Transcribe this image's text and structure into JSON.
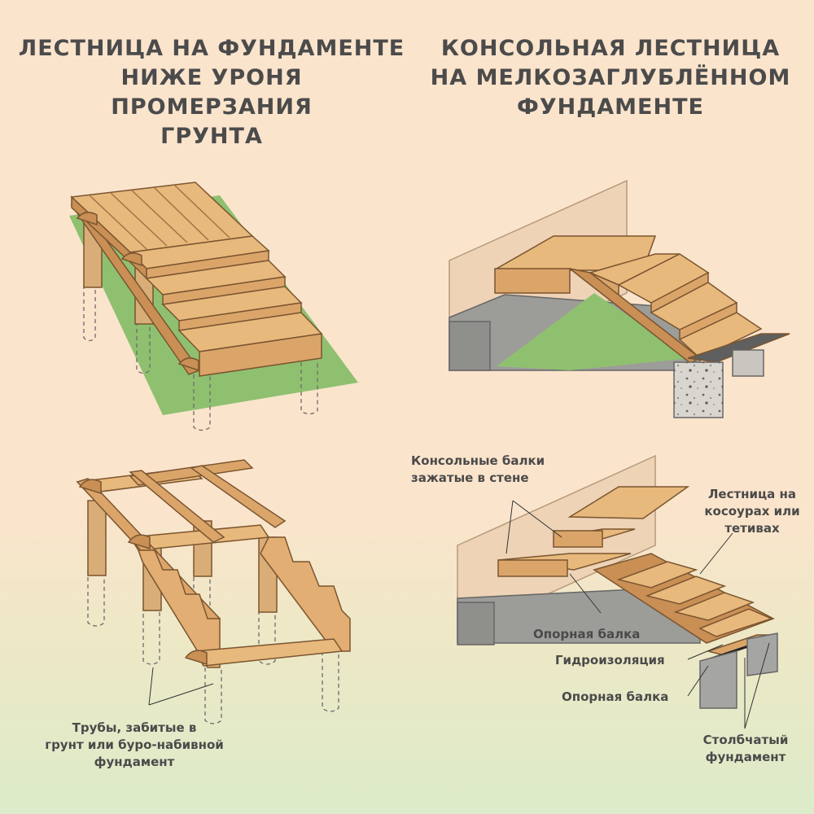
{
  "titles": {
    "left": [
      "ЛЕСТНИЦА НА ФУНДАМЕНТЕ",
      "НИЖЕ УРОНЯ ПРОМЕРЗАНИЯ",
      "ГРУНТА"
    ],
    "right": [
      "КОНСОЛЬНАЯ ЛЕСТНИЦА",
      "НА МЕЛКОЗАГЛУБЛЁННОМ",
      "ФУНДАМЕНТЕ"
    ]
  },
  "labels": {
    "cantilever_beams": [
      "Консольные балки",
      "зажатые в стене"
    ],
    "stringer_stair": [
      "Лестница на",
      "косоурах или",
      "тетивах"
    ],
    "support_beam_1": "Опорная балка",
    "waterproofing": "Гидроизоляция",
    "support_beam_2": "Опорная балка",
    "column_foundation": [
      "Столбчатый",
      "фундамент"
    ],
    "pipes": [
      "Трубы, забитые в",
      "грунт или буро-набивной",
      "фундамент"
    ]
  },
  "colors": {
    "wood_light": "#e8b97c",
    "wood_mid": "#dba56a",
    "wood_dark": "#c98f55",
    "wood_edge": "#7a5530",
    "grass": "#8fc070",
    "wall": "#eed3b6",
    "foundation": "#a5a5a3"
  }
}
